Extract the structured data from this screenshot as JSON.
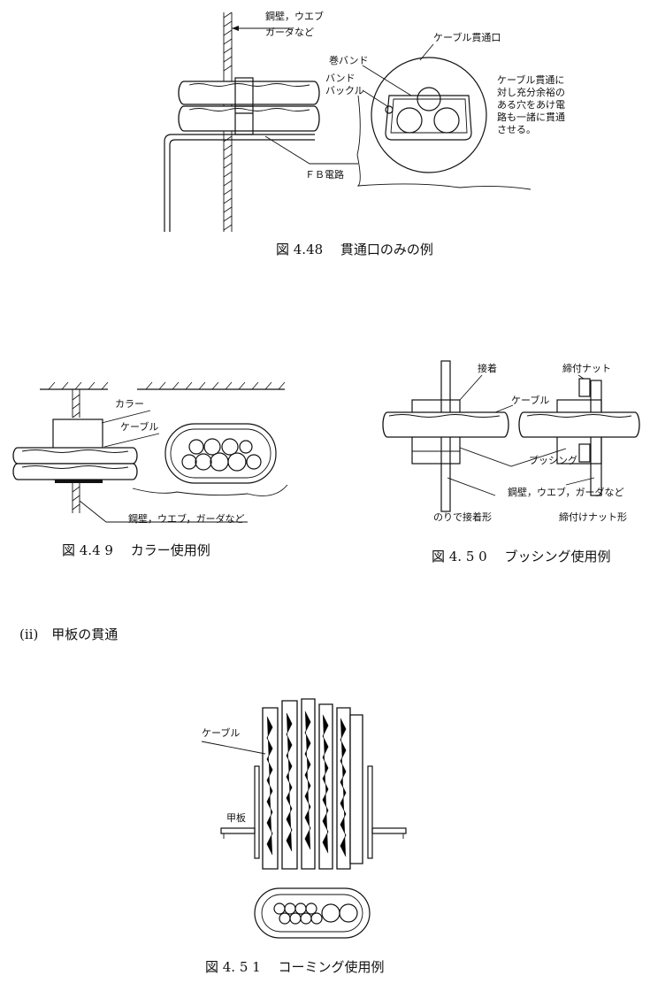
{
  "fig448": {
    "caption": "図 4.48　 貫通口のみの例",
    "wall_label_1": "鋼壁，ウエブ",
    "wall_label_2": "ガーダなど",
    "band_label": "巻バンド",
    "buckle_label_1": "バンド",
    "buckle_label_2": "バックル",
    "hole_label": "ケーブル貫通口",
    "fb_label": "ＦＢ電路",
    "note_lines": [
      "ケーブル貫通に",
      "対し充分余裕の",
      "ある穴をあけ電",
      "路も一諸に貫通",
      "させる。"
    ]
  },
  "fig449": {
    "caption": "図 4.4 9　 カラー使用例",
    "collar_label": "カラー",
    "cable_label": "ケーブル",
    "wall_label": "鋼壁，ウエブ，ガーダなど"
  },
  "fig450": {
    "caption": "図 4. 5 0　 ブッシング使用例",
    "glue_label": "接着",
    "nut_label": "締付ナット",
    "cable_label": "ケーブル",
    "bushing_label": "ブッシング",
    "wall_label": "鋼壁，ウエブ，ガーダなど",
    "sub_left": "のりで接着形",
    "sub_right": "締付けナット形"
  },
  "section": {
    "heading": "(ⅱ)　甲板の貫通"
  },
  "fig451": {
    "caption": "図 4. 5 1　 コーミング使用例",
    "cable_label": "ケーブル",
    "deck_label": "甲板"
  }
}
